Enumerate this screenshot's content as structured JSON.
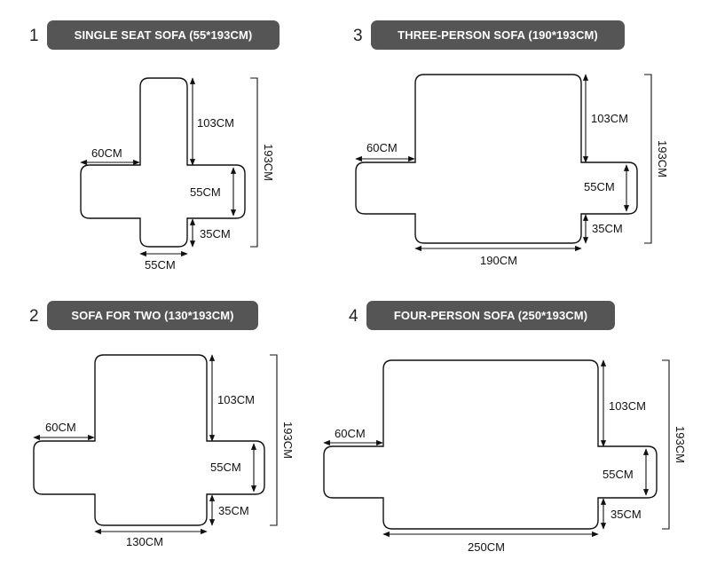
{
  "panels": [
    {
      "number": "1",
      "title": "SINGLE SEAT SOFA (55*193CM)",
      "dims": {
        "back": "103CM",
        "arm_width": "60CM",
        "arm_depth": "55CM",
        "front": "35CM",
        "total": "193CM",
        "seat": "55CM"
      }
    },
    {
      "number": "2",
      "title": "SOFA FOR TWO (130*193CM)",
      "dims": {
        "back": "103CM",
        "arm_width": "60CM",
        "arm_depth": "55CM",
        "front": "35CM",
        "total": "193CM",
        "seat": "130CM"
      }
    },
    {
      "number": "3",
      "title": "THREE-PERSON SOFA (190*193CM)",
      "dims": {
        "back": "103CM",
        "arm_width": "60CM",
        "arm_depth": "55CM",
        "front": "35CM",
        "total": "193CM",
        "seat": "190CM"
      }
    },
    {
      "number": "4",
      "title": "FOUR-PERSON SOFA (250*193CM)",
      "dims": {
        "back": "103CM",
        "arm_width": "60CM",
        "arm_depth": "55CM",
        "front": "35CM",
        "total": "193CM",
        "seat": "250CM"
      }
    }
  ]
}
